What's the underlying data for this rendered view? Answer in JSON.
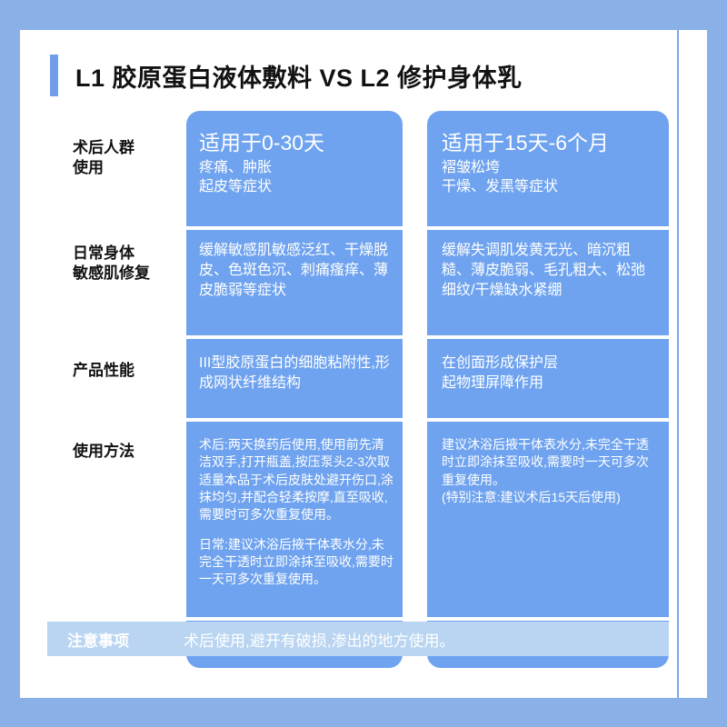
{
  "header": {
    "title": "L1 胶原蛋白液体敷料 VS L2 修护身体乳",
    "accent_color": "#6f9fe8"
  },
  "theme": {
    "frame_color": "#8ab0e8",
    "column_color": "#6fa3ef",
    "notice_bar_color": "#b9d5f2",
    "page_color": "#ffffff",
    "label_color": "#121212"
  },
  "table": {
    "columns": [
      {
        "key": "l1",
        "name": "L1 胶原蛋白液体敷料"
      },
      {
        "key": "l2",
        "name": "L2 修护身体乳"
      }
    ],
    "rows": [
      {
        "label": "术后人群\n使用",
        "l1": {
          "head": "适用于0-30天",
          "sub": "疼痛、肿胀\n起皮等症状"
        },
        "l2": {
          "head": "适用于15天-6个月",
          "sub": "褶皱松垮\n干燥、发黑等症状"
        }
      },
      {
        "label": "日常身体\n敏感肌修复",
        "l1": {
          "body": "缓解敏感肌敏感泛红、干燥脱皮、色斑色沉、刺痛瘙痒、薄皮脆弱等症状"
        },
        "l2": {
          "body": "缓解失调肌发黄无光、暗沉粗糙、薄皮脆弱、毛孔粗大、松弛细纹/干燥缺水紧绷"
        }
      },
      {
        "label": "产品性能",
        "l1": {
          "body": "III型胶原蛋白的细胞粘附性,形成网状纤维结构"
        },
        "l2": {
          "body": "在创面形成保护层\n起物理屏障作用"
        }
      },
      {
        "label": "使用方法",
        "l1": {
          "body": "术后:两天换药后使用,使用前先清洁双手,打开瓶盖,按压泵头2-3次取适量本品于术后皮肤处避开伤口,涂抹均匀,并配合轻柔按摩,直至吸收,需要时可多次重复使用。",
          "body2": "日常:建议沐浴后掖干体表水分,未完全干透时立即涂抹至吸收,需要时一天可多次重复使用。"
        },
        "l2": {
          "body": "建议沐浴后掖干体表水分,未完全干透时立即涂抹至吸收,需要时一天可多次重复使用。\n(特别注意:建议术后15天后使用)"
        }
      }
    ]
  },
  "notice": {
    "label": "注意事项",
    "text": "术后使用,避开有破损,渗出的地方使用。"
  }
}
